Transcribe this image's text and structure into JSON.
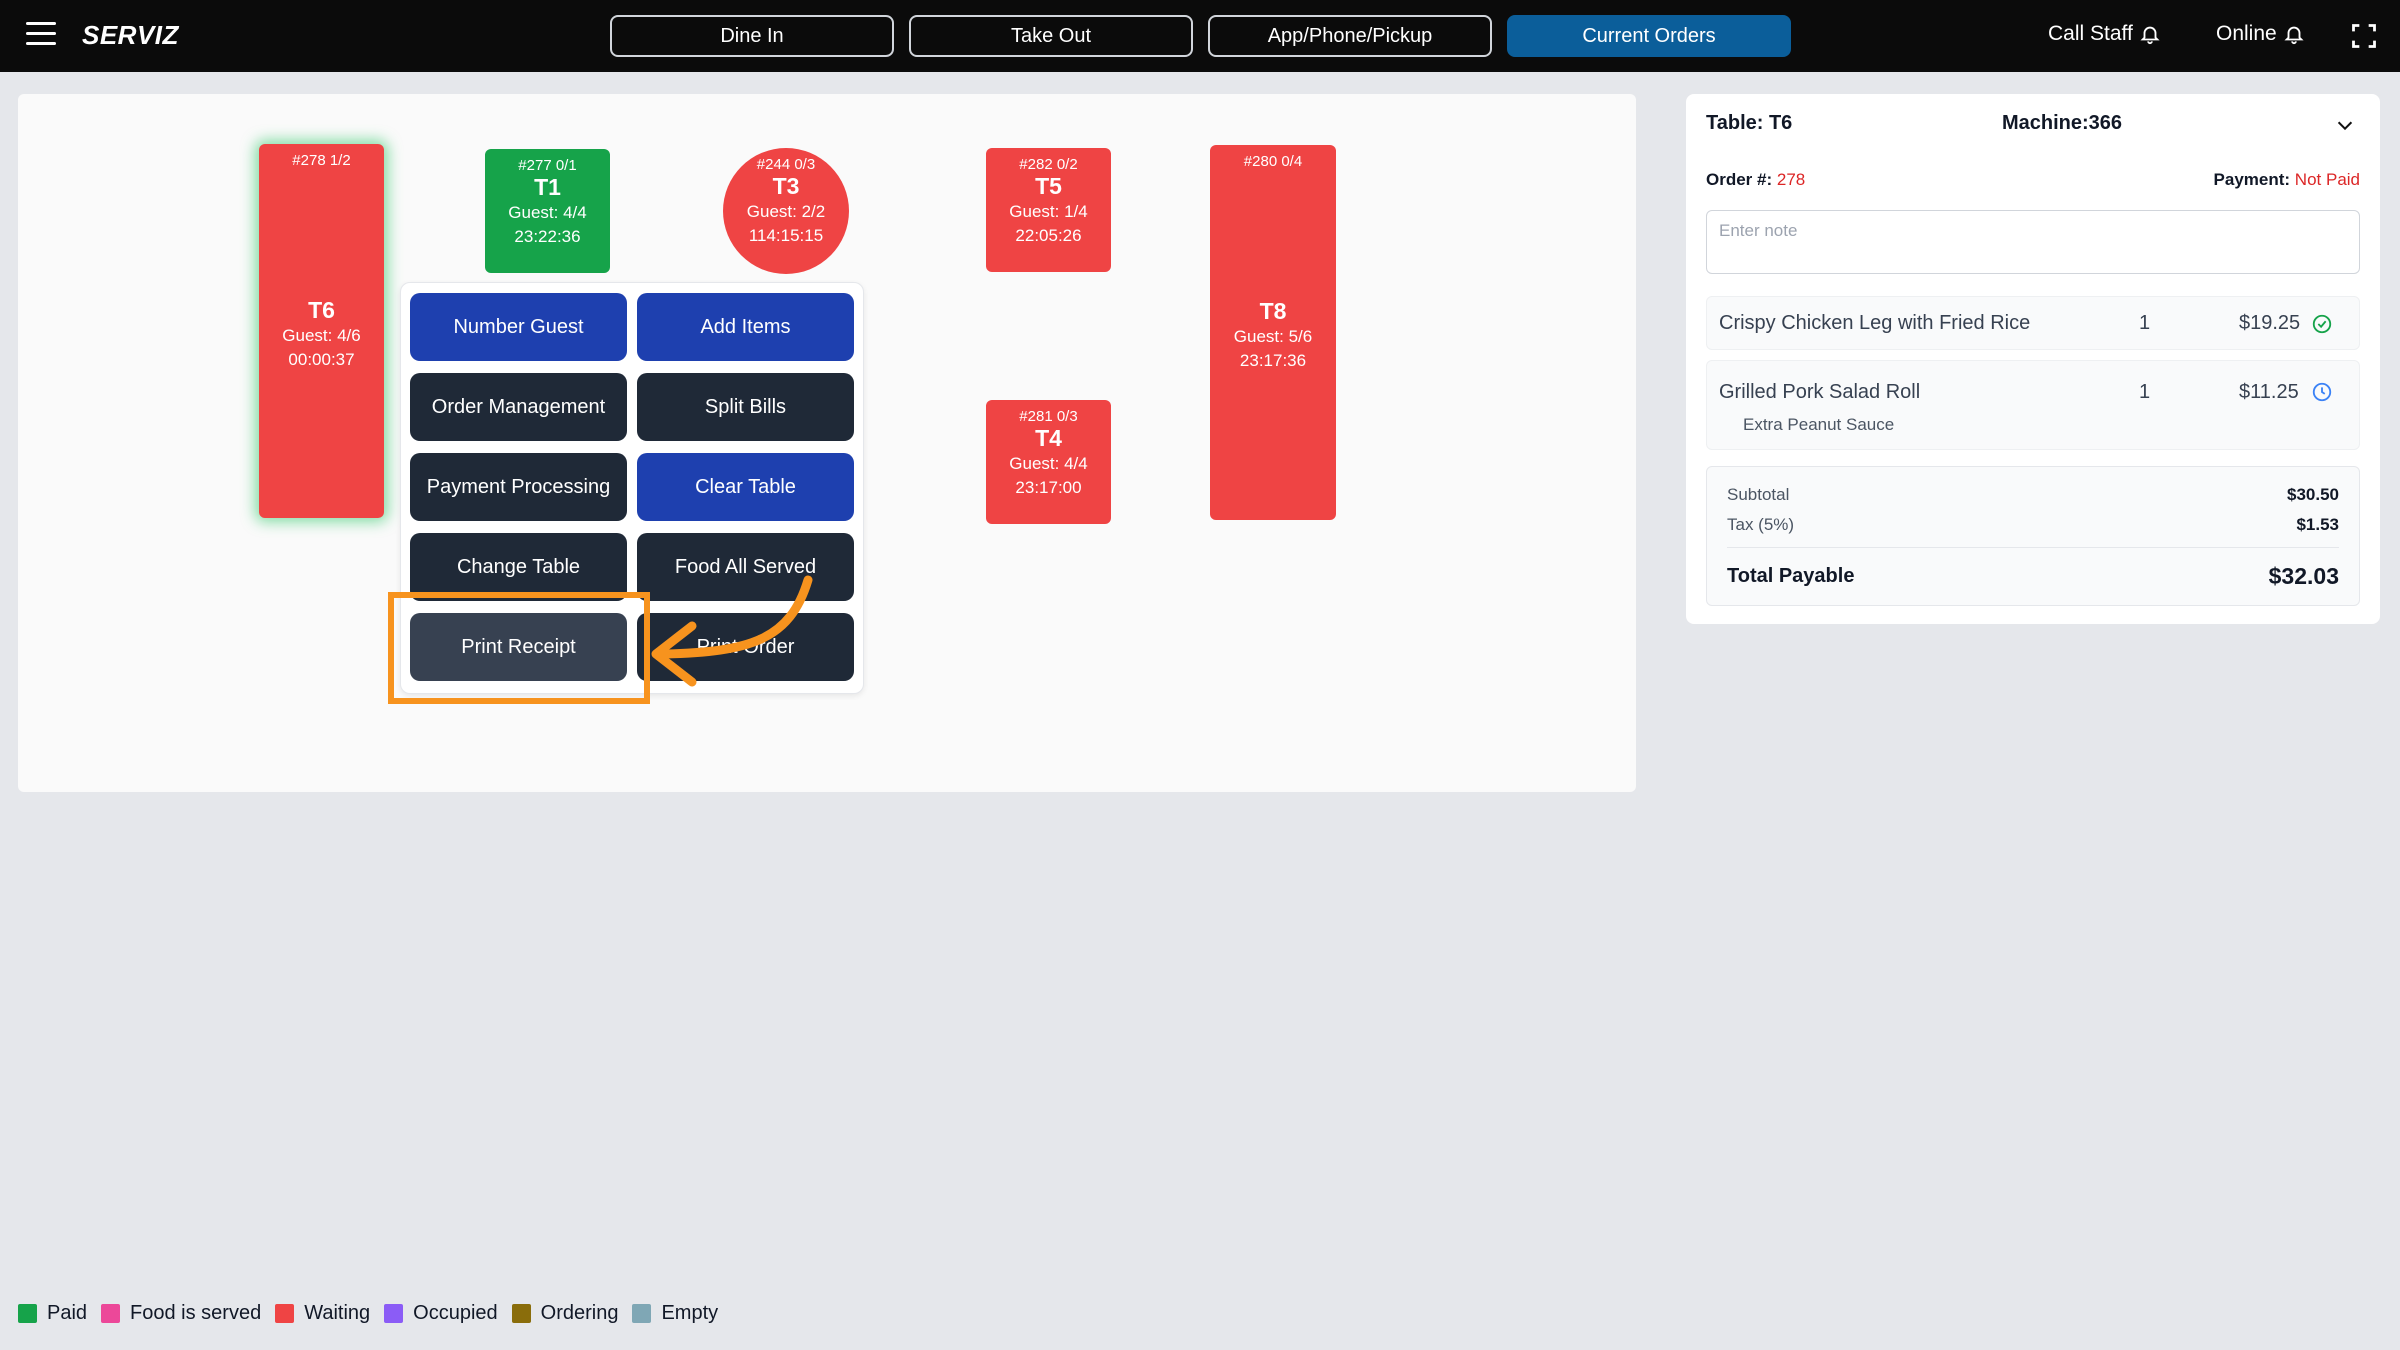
{
  "brand": "SERVIZ",
  "nav": [
    {
      "label": "Dine In",
      "active": false
    },
    {
      "label": "Take Out",
      "active": false
    },
    {
      "label": "App/Phone/Pickup",
      "active": false
    },
    {
      "label": "Current Orders",
      "active": true
    }
  ],
  "top_right": {
    "call_staff": "Call Staff",
    "online": "Online"
  },
  "tables": {
    "t6": {
      "meta": "#278  1/2",
      "name": "T6",
      "guest": "Guest: 4/6",
      "time": "00:00:37",
      "color": "#ef4444"
    },
    "t1": {
      "meta": "#277  0/1",
      "name": "T1",
      "guest": "Guest: 4/4",
      "time": "23:22:36",
      "color": "#16a34a"
    },
    "t3": {
      "meta": "#244  0/3",
      "name": "T3",
      "guest": "Guest: 2/2",
      "time": "114:15:15",
      "color": "#ef4444"
    },
    "t5": {
      "meta": "#282  0/2",
      "name": "T5",
      "guest": "Guest: 1/4",
      "time": "22:05:26",
      "color": "#ef4444"
    },
    "t4": {
      "meta": "#281  0/3",
      "name": "T4",
      "guest": "Guest: 4/4",
      "time": "23:17:00",
      "color": "#ef4444"
    },
    "t8": {
      "meta": "#280  0/4",
      "name": "T8",
      "guest": "Guest: 5/6",
      "time": "23:17:36",
      "color": "#ef4444"
    }
  },
  "menu": {
    "number_guest": "Number Guest",
    "add_items": "Add Items",
    "order_management": "Order Management",
    "split_bills": "Split Bills",
    "payment_processing": "Payment Processing",
    "clear_table": "Clear Table",
    "change_table": "Change Table",
    "food_all_served": "Food All Served",
    "print_receipt": "Print Receipt",
    "print_order": "Print Order"
  },
  "order_panel": {
    "table": "Table: T6",
    "machine": "Machine:366",
    "order_label": "Order #:",
    "order_number": "278",
    "payment_label": "Payment:",
    "payment_status": "Not Paid",
    "note_placeholder": "Enter note",
    "items": [
      {
        "name": "Crispy Chicken Leg with Fried Rice",
        "qty": "1",
        "price": "$19.25",
        "status_icon": "check-circle-icon",
        "modifier": ""
      },
      {
        "name": "Grilled Pork Salad Roll",
        "qty": "1",
        "price": "$11.25",
        "status_icon": "clock-icon",
        "modifier": "Extra Peanut Sauce"
      }
    ],
    "subtotal_label": "Subtotal",
    "subtotal": "$30.50",
    "tax_label": "Tax (5%)",
    "tax": "$1.53",
    "total_label": "Total Payable",
    "total": "$32.03"
  },
  "legend": [
    {
      "label": "Paid",
      "color": "#16a34a"
    },
    {
      "label": "Food is served",
      "color": "#ec4899"
    },
    {
      "label": "Waiting",
      "color": "#ef4444"
    },
    {
      "label": "Occupied",
      "color": "#8b5cf6"
    },
    {
      "label": "Ordering",
      "color": "#8a6d0b"
    },
    {
      "label": "Empty",
      "color": "#7fa7b5"
    }
  ],
  "colors": {
    "accent": "#0b5e9a",
    "highlight": "#f7931e",
    "menu_blue": "#1e40af",
    "menu_dark": "#1f2937"
  }
}
